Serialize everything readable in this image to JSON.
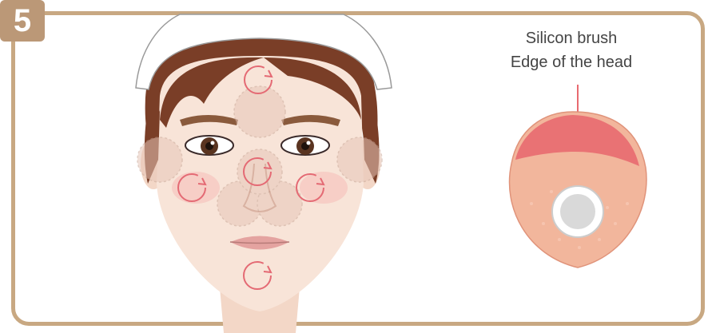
{
  "step": {
    "number": "5"
  },
  "brush_labels": {
    "line1": "Silicon brush",
    "line2": "Edge of the head"
  },
  "colors": {
    "frame": "#c8a882",
    "badge": "#bb9877",
    "skin": "#f8e4d8",
    "hair": "#7a3e27",
    "zone": "#e7c6b8",
    "arrow": "#e46a74",
    "brush_body": "#f2b69c",
    "brush_edge": "#e86a70"
  },
  "icons": {
    "step_badge": "number-badge",
    "face": "face-illustration",
    "massage_zones": "circular-arrow-icon",
    "brush": "silicon-brush-head"
  }
}
